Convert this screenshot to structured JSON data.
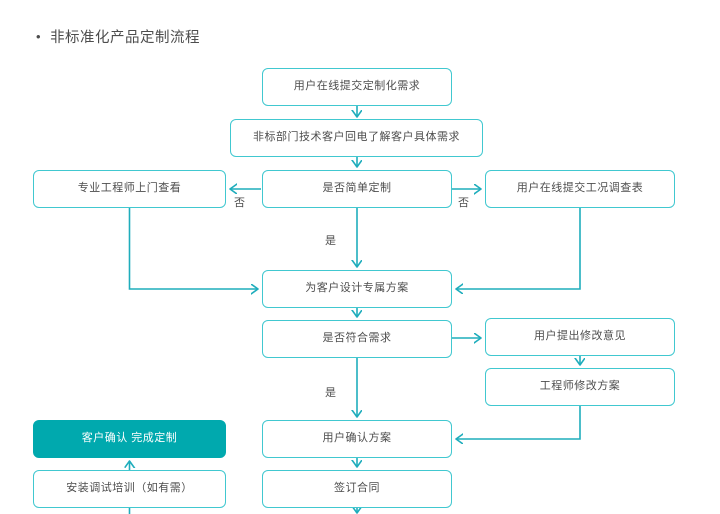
{
  "page": {
    "bullet": "•",
    "title": "非标准化产品定制流程"
  },
  "colors": {
    "background": "#ffffff",
    "box_border": "#41c8d0",
    "arrow": "#1fadbc",
    "filled_box_bg": "#00a9ae",
    "filled_box_text": "#ffffff",
    "text": "#4d4d4d"
  },
  "flowchart": {
    "nodes": [
      {
        "id": "submit-demand",
        "label": "用户在线提交定制化需求",
        "type": "outline"
      },
      {
        "id": "callback",
        "label": "非标部门技术客户回电了解客户具体需求",
        "type": "outline"
      },
      {
        "id": "engineer-visit",
        "label": "专业工程师上门查看",
        "type": "outline"
      },
      {
        "id": "simple-custom-decision",
        "label": "是否简单定制",
        "type": "outline"
      },
      {
        "id": "submit-survey",
        "label": "用户在线提交工况调查表",
        "type": "outline"
      },
      {
        "id": "design-plan",
        "label": "为客户设计专属方案",
        "type": "outline"
      },
      {
        "id": "meets-demand-decision",
        "label": "是否符合需求",
        "type": "outline"
      },
      {
        "id": "modify-opinion",
        "label": "用户提出修改意见",
        "type": "outline"
      },
      {
        "id": "engineer-modify",
        "label": "工程师修改方案",
        "type": "outline"
      },
      {
        "id": "confirm-plan",
        "label": "用户确认方案",
        "type": "outline"
      },
      {
        "id": "complete-custom",
        "label": "客户确认 完成定制",
        "type": "filled"
      },
      {
        "id": "install-training",
        "label": "安装调试培训（如有需）",
        "type": "outline"
      },
      {
        "id": "sign-contract",
        "label": "签订合同",
        "type": "outline"
      }
    ],
    "edges": [
      {
        "from": "submit-demand",
        "to": "callback"
      },
      {
        "from": "callback",
        "to": "simple-custom-decision"
      },
      {
        "from": "simple-custom-decision",
        "to": "engineer-visit",
        "label": "否"
      },
      {
        "from": "simple-custom-decision",
        "to": "submit-survey",
        "label": "否"
      },
      {
        "from": "simple-custom-decision",
        "to": "design-plan",
        "label": "是"
      },
      {
        "from": "engineer-visit",
        "to": "design-plan"
      },
      {
        "from": "submit-survey",
        "to": "design-plan"
      },
      {
        "from": "design-plan",
        "to": "meets-demand-decision"
      },
      {
        "from": "meets-demand-decision",
        "to": "modify-opinion"
      },
      {
        "from": "modify-opinion",
        "to": "engineer-modify"
      },
      {
        "from": "engineer-modify",
        "to": "confirm-plan"
      },
      {
        "from": "meets-demand-decision",
        "to": "confirm-plan",
        "label": "是"
      },
      {
        "from": "confirm-plan",
        "to": "sign-contract"
      },
      {
        "from": "install-training",
        "to": "complete-custom"
      }
    ],
    "cutoff_stubs": [
      "sign-contract-bottom",
      "install-training-bottom"
    ]
  }
}
